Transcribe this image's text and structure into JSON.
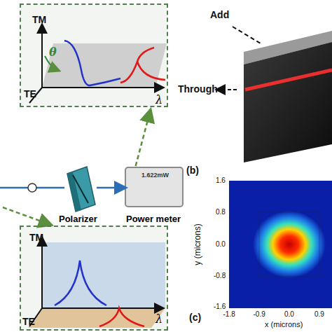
{
  "diagram": {
    "nodes": [
      {
        "text": [
          "TM",
          "θ",
          "TE",
          "λ"
        ]
      },
      {
        "text": [
          "TM",
          "TE",
          "λ"
        ]
      },
      {
        "text": [
          "Polarizer"
        ]
      },
      {
        "text": [
          "1.622mW",
          "Power meter"
        ]
      }
    ],
    "edges": [
      {
        "from": 2,
        "to": 3,
        "arrow": "to"
      }
    ],
    "labels": [
      "Add",
      "Through",
      "(b)",
      "y (microns)",
      "1.6",
      "0.8",
      "0.0",
      "-0.8",
      "-1.6",
      "(c)",
      "-1.8",
      "-0.9",
      "0.0",
      "0.9",
      "x (microns)"
    ]
  }
}
